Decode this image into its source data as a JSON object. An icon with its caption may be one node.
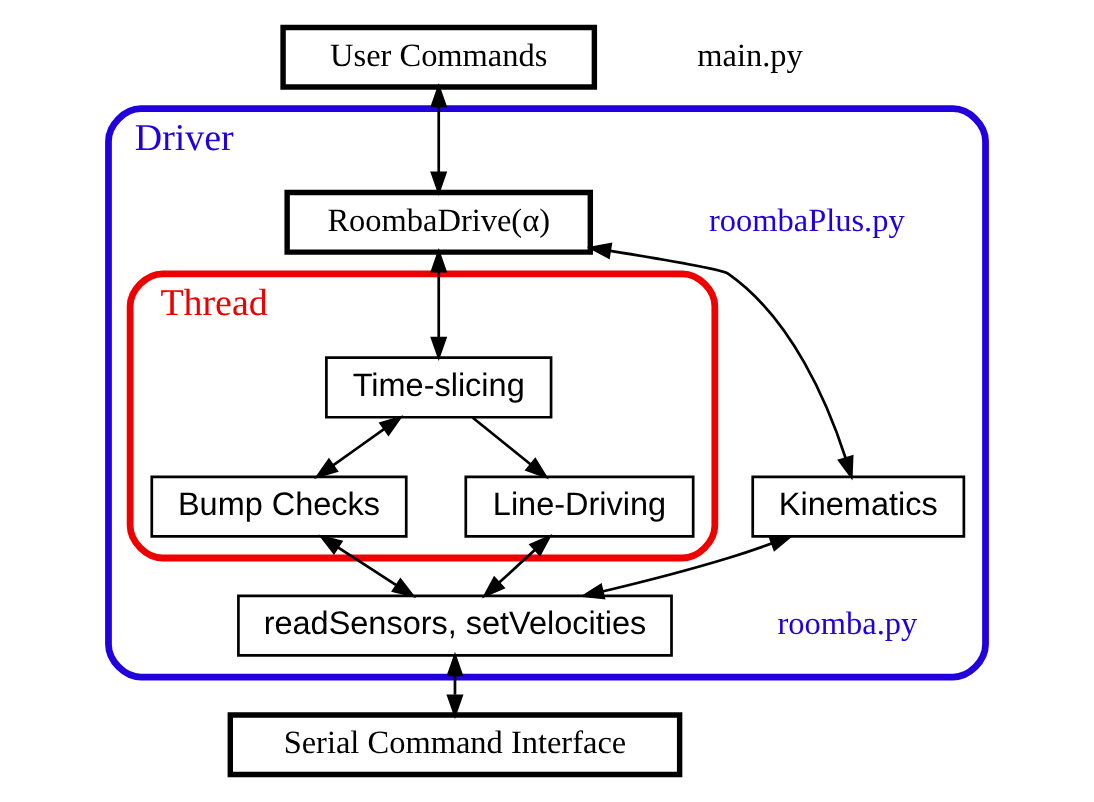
{
  "diagram": {
    "nodes": [
      {
        "text": [
          "User Commands"
        ],
        "beside": [
          "main.py"
        ]
      },
      {
        "text": [
          "Driver"
        ]
      },
      {
        "text": [
          "RoombaDrive(α)"
        ],
        "in": 1,
        "beside": [
          "roombaPlus.py"
        ]
      },
      {
        "text": [
          "Thread"
        ],
        "in": 1
      },
      {
        "text": [
          "Time-slicing"
        ],
        "in": 3
      },
      {
        "text": [
          "Bump Checks"
        ],
        "in": 3
      },
      {
        "text": [
          "Line-Driving"
        ],
        "in": 3
      },
      {
        "text": [
          "Kinematics"
        ],
        "in": 1
      },
      {
        "text": [
          "readSensors, setVelocities"
        ],
        "in": 1,
        "beside": [
          "roomba.py"
        ]
      },
      {
        "text": [
          "Serial Command Interface"
        ]
      }
    ],
    "edges": [
      {
        "from": 0,
        "to": 2,
        "arrow": "both"
      },
      {
        "from": 2,
        "to": 4,
        "arrow": "both"
      },
      {
        "from": 2,
        "to": 7,
        "arrow": "both"
      },
      {
        "from": 4,
        "to": 5,
        "arrow": "both"
      },
      {
        "from": 4,
        "to": 6,
        "arrow": "to"
      },
      {
        "from": 5,
        "to": 8,
        "arrow": "both"
      },
      {
        "from": 6,
        "to": 8,
        "arrow": "both"
      },
      {
        "from": 7,
        "to": 8,
        "arrow": "both"
      },
      {
        "from": 8,
        "to": 9,
        "arrow": "both"
      }
    ]
  }
}
